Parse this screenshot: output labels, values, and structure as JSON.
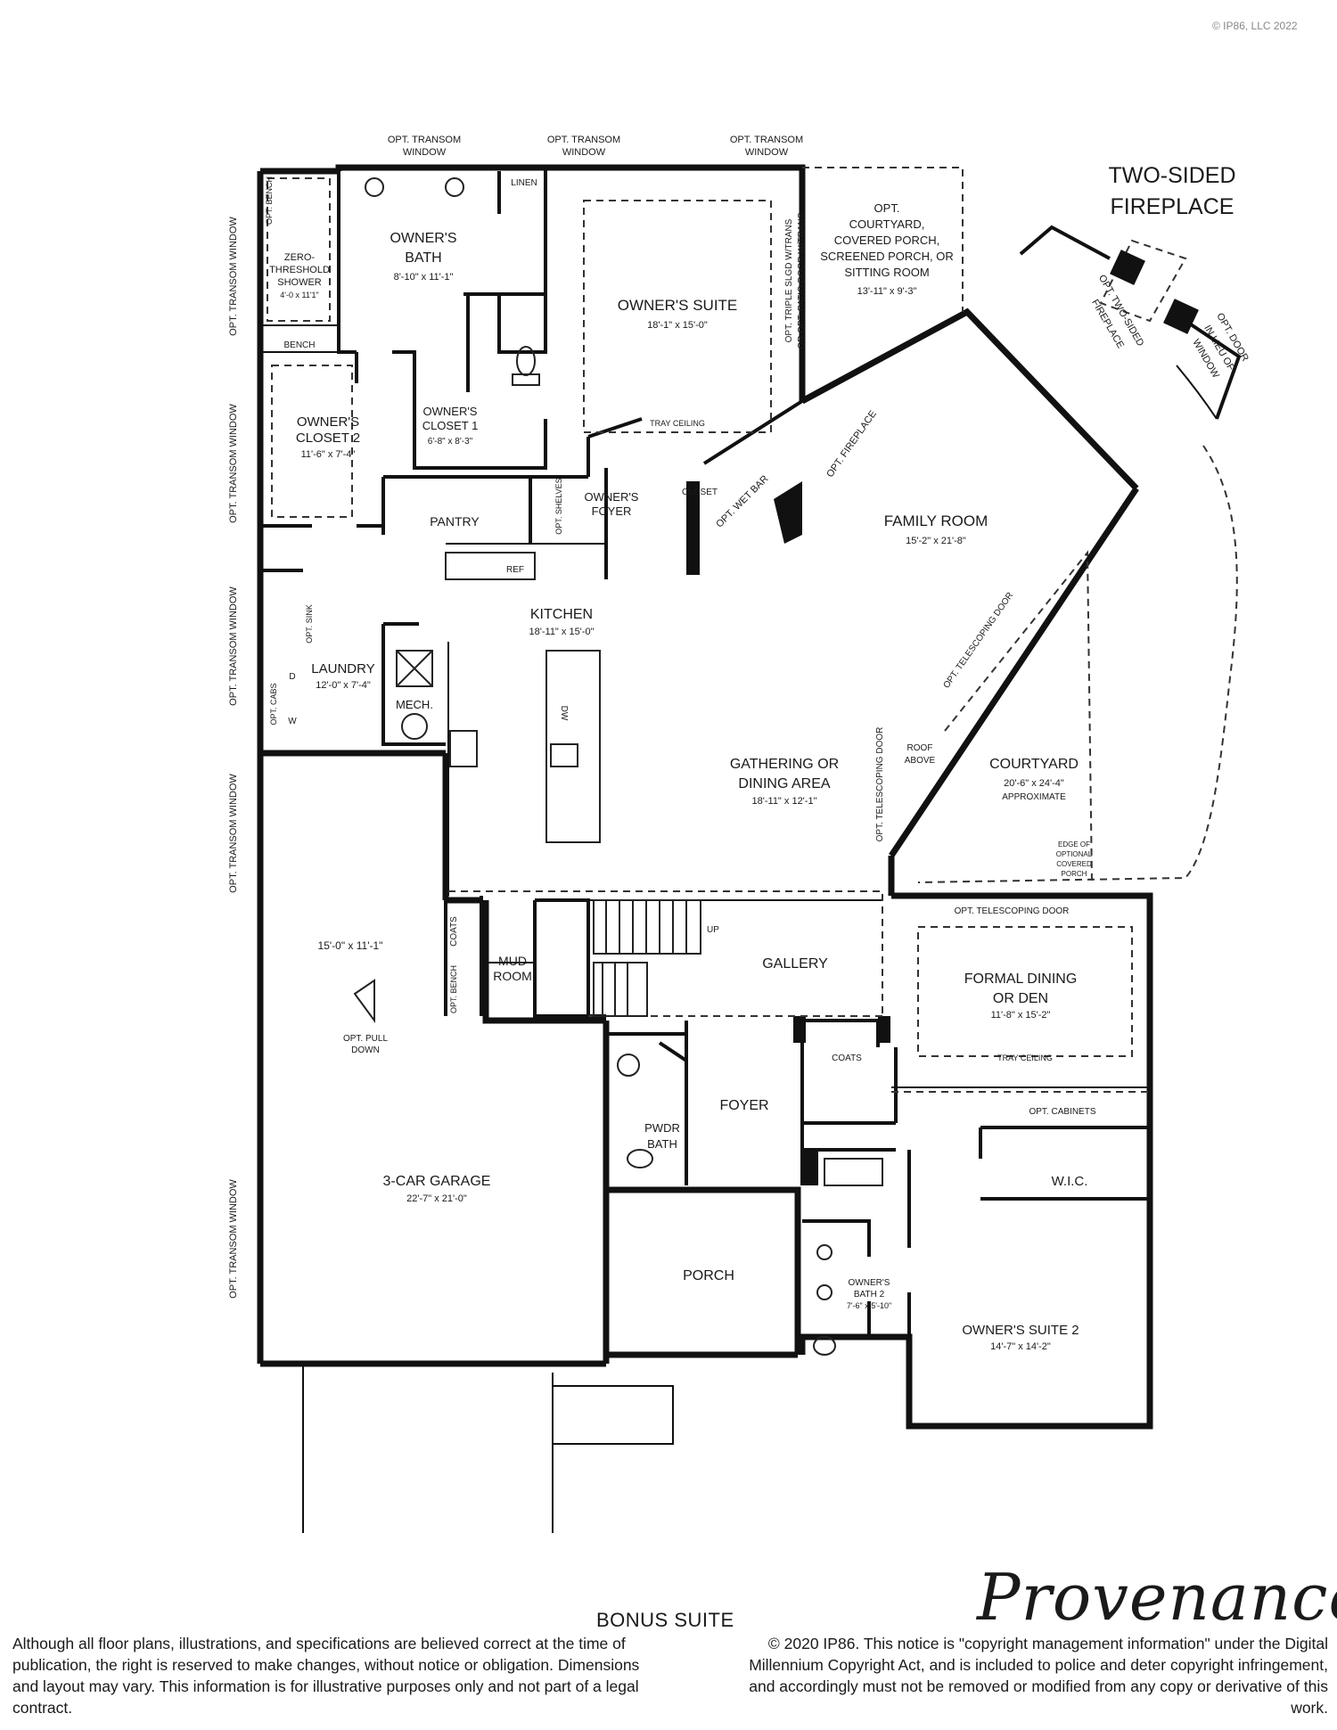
{
  "watermark": "© IP86, LLC 2022",
  "callouts": {
    "two_sided_fireplace_1": "TWO-SIDED",
    "two_sided_fireplace_2": "FIREPLACE"
  },
  "rooms": {
    "owners_suite": {
      "name": "OWNER'S SUITE",
      "dims": "18'-1\" x 15'-0\""
    },
    "owners_bath": {
      "name1": "OWNER'S",
      "name2": "BATH",
      "dims": "8'-10\" x 11'-1\""
    },
    "owners_closet_1": {
      "name1": "OWNER'S",
      "name2": "CLOSET 1",
      "dims": "6'-8\" x 8'-3\""
    },
    "owners_closet_2": {
      "name1": "OWNER'S",
      "name2": "CLOSET 2",
      "dims": "11'-6\" x 7'-4\""
    },
    "shower": {
      "l1": "ZERO-",
      "l2": "THRESHOLD",
      "l3": "SHOWER",
      "dims": "4'-0 x 11'1\""
    },
    "opt_courtyard": {
      "l1": "OPT.",
      "l2": "COURTYARD,",
      "l3": "COVERED PORCH,",
      "l4": "SCREENED PORCH, OR",
      "l5": "SITTING ROOM",
      "dims": "13'-11\" x 9'-3\""
    },
    "family_room": {
      "name": "FAMILY ROOM",
      "dims": "15'-2\" x 21'-8\""
    },
    "kitchen": {
      "name": "KITCHEN",
      "dims": "18'-11\" x 15'-0\""
    },
    "laundry": {
      "name": "LAUNDRY",
      "dims": "12'-0\" x 7'-4\""
    },
    "gathering": {
      "name1": "GATHERING OR",
      "name2": "DINING AREA",
      "dims": "18'-11\" x 12'-1\""
    },
    "courtyard": {
      "name": "COURTYARD",
      "dims": "20'-6\" x 24'-4\"",
      "note": "APPROXIMATE"
    },
    "garage": {
      "name": "3-CAR GARAGE",
      "dims": "22'-7\" x 21'-0\"",
      "dims_alt": "15'-0\" x 11'-1\""
    },
    "gallery": {
      "name": "GALLERY"
    },
    "formal_dining": {
      "name1": "FORMAL DINING",
      "name2": "OR DEN",
      "dims": "11'-8\" x 15'-2\""
    },
    "foyer": {
      "name": "FOYER"
    },
    "pwdr": {
      "name1": "PWDR",
      "name2": "BATH"
    },
    "mud": {
      "name1": "MUD",
      "name2": "ROOM"
    },
    "porch": {
      "name": "PORCH"
    },
    "owners_bath_2": {
      "name1": "OWNER'S",
      "name2": "BATH 2",
      "dims": "7'-6\" x 5'-10\""
    },
    "owners_suite_2": {
      "name": "OWNER'S SUITE 2",
      "dims": "14'-7\" x 14'-2\""
    },
    "wic": {
      "name": "W.I.C."
    },
    "pantry": {
      "name": "PANTRY"
    },
    "owners_foyer": {
      "name1": "OWNER'S",
      "name2": "FOYER"
    },
    "mech": {
      "name": "MECH."
    }
  },
  "labels": {
    "opt_transom_window_1": "OPT. TRANSOM",
    "opt_transom_window_2": "WINDOW",
    "opt_transom_side": "OPT. TRANSOM WINDOW",
    "linen": "LINEN",
    "bench": "BENCH",
    "opt_bench": "OPT. BENCH",
    "tray_ceiling": "TRAY CEILING",
    "closet": "CLOSET",
    "opt_shelves": "OPT. SHELVES",
    "opt_wet_bar": "OPT. WET BAR",
    "opt_fireplace": "OPT. FIREPLACE",
    "opt_two_sided_1": "OPT. TWO-SIDED",
    "opt_two_sided_2": "FIREPLACE",
    "opt_door_1": "OPT. DOOR",
    "opt_door_2": "IN LIEU OF",
    "opt_door_3": "WINDOW",
    "opt_triple": "OPT. TRIPLE SLGD W/TRANS",
    "opt_patio": "OR OPT. PATIO DOOR W/TRANS",
    "ref": "REF",
    "opt_sink": "OPT. SINK",
    "opt_cabs": "OPT. CABS",
    "d": "D",
    "w": "W",
    "dw": "DW",
    "opt_telescoping_door": "OPT. TELESCOPING DOOR",
    "roof_above_1": "ROOF",
    "roof_above_2": "ABOVE",
    "edge1": "EDGE OF",
    "edge2": "OPTIONAL",
    "edge3": "COVERED",
    "edge4": "PORCH",
    "coats": "COATS",
    "up": "UP",
    "opt_pull_1": "OPT. PULL",
    "opt_pull_2": "DOWN",
    "opt_cabinets": "OPT. CABINETS"
  },
  "footer": {
    "bonus": "BONUS SUITE",
    "brand": "Provenance",
    "disclaimer": "Although all floor plans, illustrations, and specifications are believed correct at the time of publication, the right is reserved to make changes, without notice or obligation. Dimensions and layout may vary. This information is for illustrative purposes only and not part of a legal contract.",
    "copyright": "© 2020 IP86. This notice is \"copyright management information\" under the Digital Millennium Copyright Act, and is included to police and deter copyright infringement, and accordingly must not be removed or modified from any copy or derivative of this work."
  }
}
